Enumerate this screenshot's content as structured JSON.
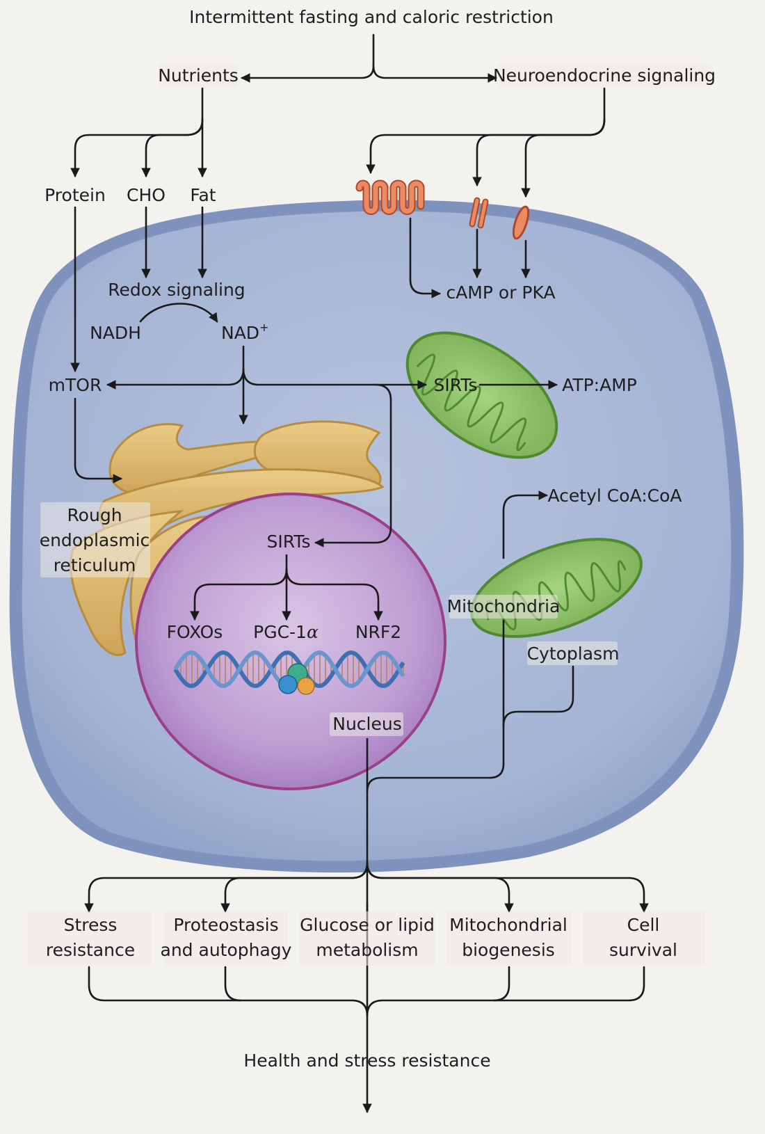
{
  "diagram": {
    "top": {
      "trigger": "Intermittent fasting and caloric restriction",
      "nutrients": "Nutrients",
      "neuroendocrine": "Neuroendocrine signaling"
    },
    "nutrients": {
      "protein": "Protein",
      "cho": "CHO",
      "fat": "Fat"
    },
    "cell": {
      "redox": "Redox signaling",
      "nadh": "NADH",
      "nad": "NAD",
      "nad_sup": "+",
      "mtor": "mTOR",
      "camp": "cAMP or PKA",
      "sirts_mito": "SIRTs",
      "atp_amp": "ATP:AMP",
      "acetyl": "Acetyl CoA:CoA",
      "mitochondria": "Mitochondria",
      "cytoplasm": "Cytoplasm",
      "rough_er": [
        "Rough",
        "endoplasmic",
        "reticulum"
      ],
      "sirts_nucleus": "SIRTs",
      "foxos": "FOXOs",
      "pgc": "PGC-1",
      "pgc_alpha": "α",
      "nrf2": "NRF2",
      "nucleus": "Nucleus"
    },
    "outcomes": [
      [
        "Stress",
        "resistance"
      ],
      [
        "Proteostasis",
        "and autophagy"
      ],
      [
        "Glucose or lipid",
        "metabolism"
      ],
      [
        "Mitochondrial",
        "biogenesis"
      ],
      [
        "Cell",
        "survival"
      ]
    ],
    "final": "Health and stress resistance",
    "colors": {
      "cell_fill": "#a9b7d6",
      "cell_edge": "#8596bd",
      "nucleus_fill": "#b593c9",
      "nucleus_edge": "#9b3f86",
      "er_fill": "#d9b56b",
      "mito_fill": "#8fc06a",
      "receptor": "#e7805a",
      "dna_blue": "#3e6fb3",
      "dna_orange": "#d58a4a"
    }
  }
}
